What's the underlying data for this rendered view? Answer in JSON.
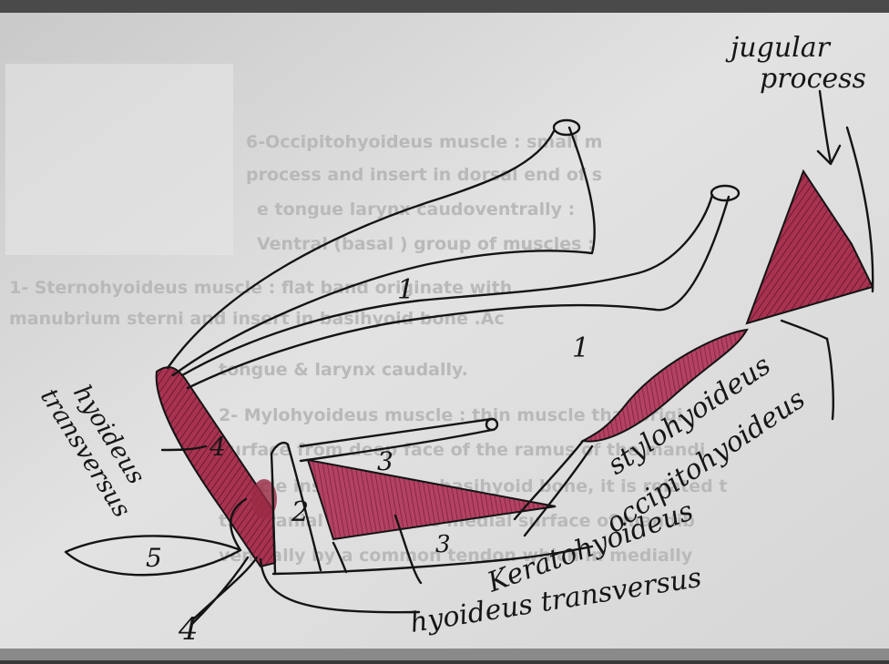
{
  "colors": {
    "paper": "#dcdcdc",
    "ink": "#141414",
    "muscle": "#9b2b45",
    "muscle_dark": "#6e1b34",
    "bleed_text": "#b9b9b9"
  },
  "labels": {
    "jugular_process": [
      "jugular",
      "process"
    ],
    "hyoideus_transversus_left": [
      "hyoideus",
      "transversus"
    ],
    "stylohyoideus": "stylohyoideus",
    "occipitohyoideus": "occipitohyoideus",
    "keratohyoideus": "Keratohyoideus",
    "hyoideus_transversus_bottom": "hyoideus transversus"
  },
  "numbers": {
    "n1_top": "1",
    "n1_mid": "1",
    "n2": "2",
    "n3_upper": "3",
    "n3_lower": "3",
    "n4_bottom": "4",
    "n4_left": "4",
    "n5": "5"
  },
  "bleed_through_lines": [
    "6-Occipitohyoideus muscle : small m",
    "process and insert in dorsal end of s",
    "e tongue larynx caudoventrally :",
    "Ventral (basal ) group of muscles :",
    "1- Sternohyoideus muscle : flat band originate with",
    "manubrium sterni and insert in basihyoid bone .Ac",
    "tongue & larynx caudally.",
    "2- Mylohyoideus muscle : thin muscle that origi",
    "surface from deep face of the ramus of the mandi",
    "muscle insert into the basihyoid bone, it is related t",
    "the cranial third of the medial surface of mandib",
    "ventrally by a common tendon which in medially"
  ]
}
